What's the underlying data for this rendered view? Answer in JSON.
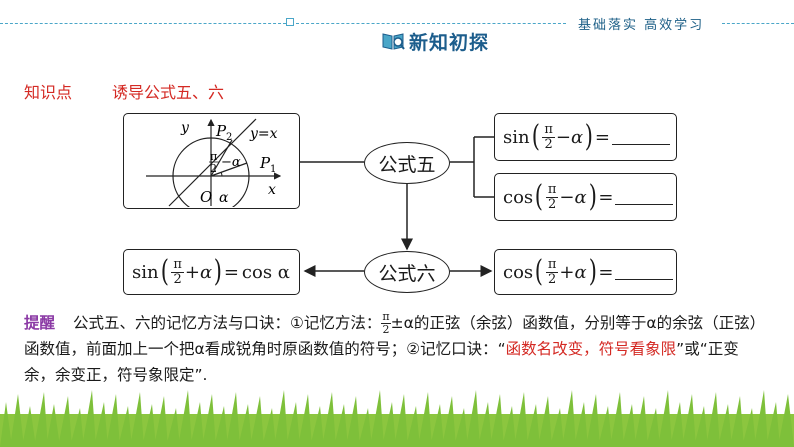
{
  "header": {
    "right_text": "基础落实  高效学习",
    "title": "新知初探"
  },
  "knowledge": {
    "label": "知识点",
    "title": "诱导公式五、六"
  },
  "diagram": {
    "y_axis": "y",
    "x_axis": "x",
    "origin": "O",
    "p1": "P",
    "p1_sub": "1",
    "p2": "P",
    "p2_sub": "2",
    "line_label": "y=x",
    "angle_label": "α",
    "angle2_num": "π",
    "angle2_den": "2",
    "angle2_tail": "−α"
  },
  "nodes": {
    "formula5": "公式五",
    "formula6": "公式六"
  },
  "formulas": {
    "f5a": {
      "fn": "sin",
      "num": "π",
      "den": "2",
      "op": "−α",
      "eq": "="
    },
    "f5b": {
      "fn": "cos",
      "num": "π",
      "den": "2",
      "op": "−α",
      "eq": "="
    },
    "f6a": {
      "fn": "sin",
      "num": "π",
      "den": "2",
      "op": "+α",
      "eq": "=",
      "rhs": "cos α"
    },
    "f6b": {
      "fn": "cos",
      "num": "π",
      "den": "2",
      "op": "+α",
      "eq": "="
    }
  },
  "remind": {
    "label": "提醒",
    "part1": "公式五、六的记忆方法与口诀：①记忆方法：",
    "frac_num": "π",
    "frac_den": "2",
    "part2": "±α的正弦（余弦）函数值，分别等于α的余弦（正弦）函数值，前面加上一个把α看成锐角时原函数值的符号；②记忆口诀：“",
    "red_text": "函数名改变，符号看象限",
    "part3": "”或“正变余，余变正，符号象限定”."
  },
  "colors": {
    "accent_blue": "#1c5d8c",
    "red": "#d42a24",
    "purple": "#8b3aa5",
    "grass": "#7ec03a"
  }
}
